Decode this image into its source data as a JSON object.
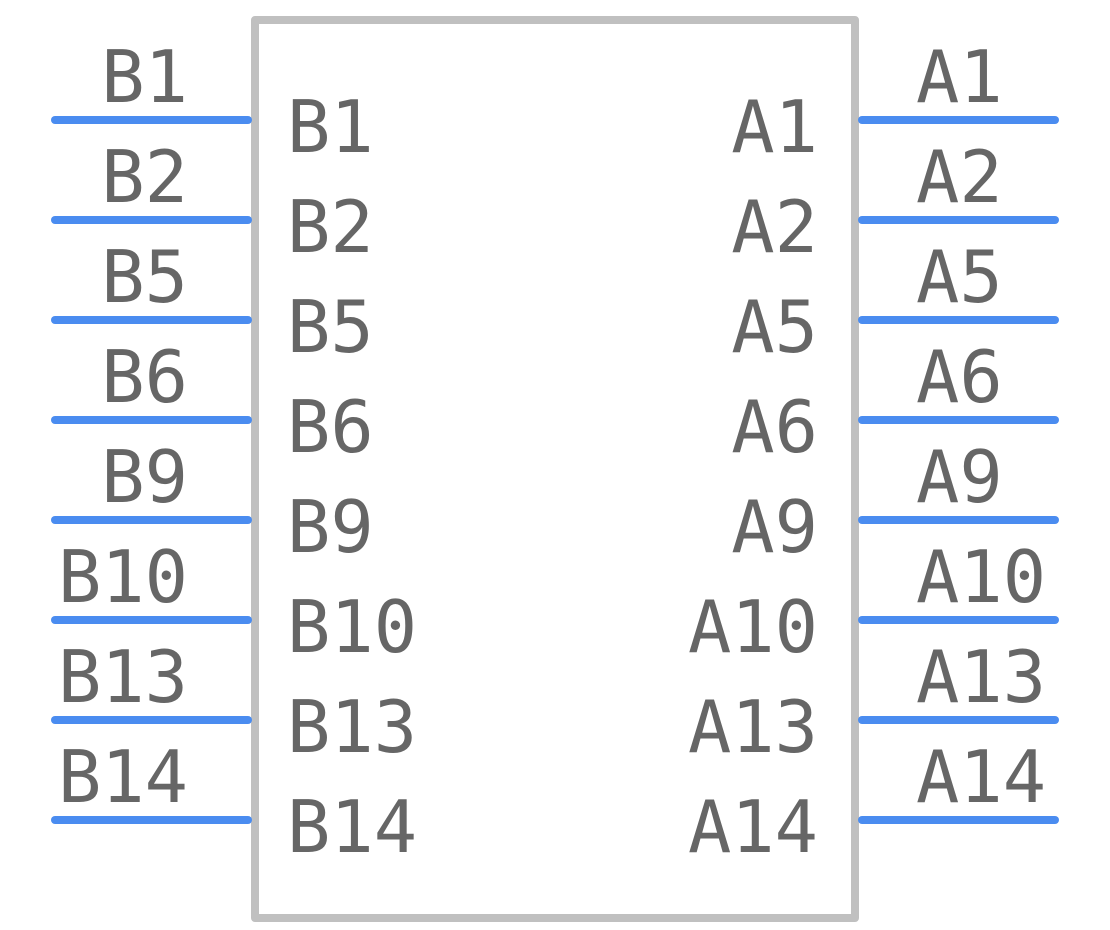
{
  "component": {
    "body_color": "#c0c0c0",
    "pin_color": "#4a8cf0",
    "text_color": "#666666"
  },
  "pins_left": [
    {
      "outer_label": "B1",
      "inner_label": "B1"
    },
    {
      "outer_label": "B2",
      "inner_label": "B2"
    },
    {
      "outer_label": "B5",
      "inner_label": "B5"
    },
    {
      "outer_label": "B6",
      "inner_label": "B6"
    },
    {
      "outer_label": "B9",
      "inner_label": "B9"
    },
    {
      "outer_label": "B10",
      "inner_label": "B10"
    },
    {
      "outer_label": "B13",
      "inner_label": "B13"
    },
    {
      "outer_label": "B14",
      "inner_label": "B14"
    }
  ],
  "pins_right": [
    {
      "outer_label": "A1",
      "inner_label": "A1"
    },
    {
      "outer_label": "A2",
      "inner_label": "A2"
    },
    {
      "outer_label": "A5",
      "inner_label": "A5"
    },
    {
      "outer_label": "A6",
      "inner_label": "A6"
    },
    {
      "outer_label": "A9",
      "inner_label": "A9"
    },
    {
      "outer_label": "A10",
      "inner_label": "A10"
    },
    {
      "outer_label": "A13",
      "inner_label": "A13"
    },
    {
      "outer_label": "A14",
      "inner_label": "A14"
    }
  ]
}
